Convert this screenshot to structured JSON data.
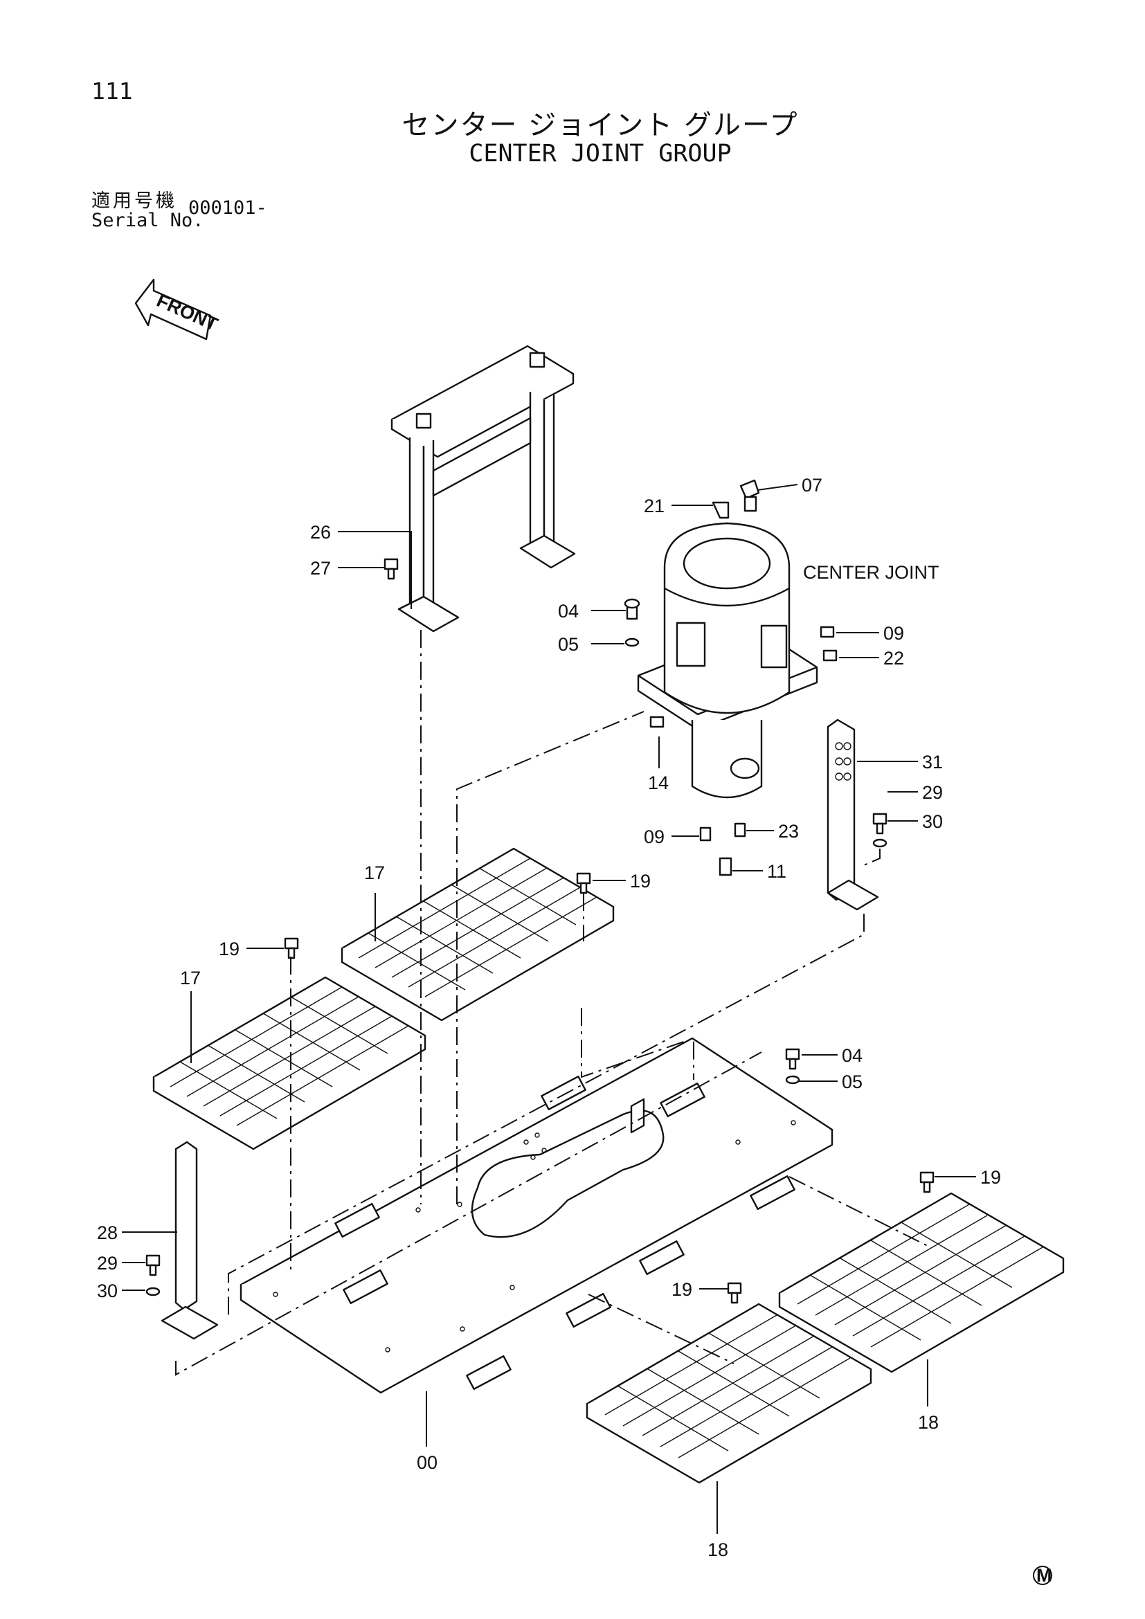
{
  "header": {
    "page_number": "111",
    "title_jp": "センター ジョイント グループ",
    "title_en": "CENTER JOINT GROUP",
    "serial_label_jp": "適用号機",
    "serial_label_en": "Serial No.",
    "serial_value": "000101-"
  },
  "diagram": {
    "front_arrow_text": "FRONT",
    "assembly_label": "CENTER JOINT",
    "footer_mark": "M",
    "callouts": [
      {
        "id": "c07",
        "text": "07"
      },
      {
        "id": "c21",
        "text": "21"
      },
      {
        "id": "c26",
        "text": "26"
      },
      {
        "id": "c27",
        "text": "27"
      },
      {
        "id": "c04a",
        "text": "04"
      },
      {
        "id": "c05a",
        "text": "05"
      },
      {
        "id": "c09a",
        "text": "09"
      },
      {
        "id": "c22",
        "text": "22"
      },
      {
        "id": "c14",
        "text": "14"
      },
      {
        "id": "c31",
        "text": "31"
      },
      {
        "id": "c29a",
        "text": "29"
      },
      {
        "id": "c30a",
        "text": "30"
      },
      {
        "id": "c09b",
        "text": "09"
      },
      {
        "id": "c23",
        "text": "23"
      },
      {
        "id": "c11",
        "text": "11"
      },
      {
        "id": "c17a",
        "text": "17"
      },
      {
        "id": "c19a",
        "text": "19"
      },
      {
        "id": "c19b",
        "text": "19"
      },
      {
        "id": "c17b",
        "text": "17"
      },
      {
        "id": "c04b",
        "text": "04"
      },
      {
        "id": "c05b",
        "text": "05"
      },
      {
        "id": "c19c",
        "text": "19"
      },
      {
        "id": "c28",
        "text": "28"
      },
      {
        "id": "c29b",
        "text": "29"
      },
      {
        "id": "c30b",
        "text": "30"
      },
      {
        "id": "c19d",
        "text": "19"
      },
      {
        "id": "c18a",
        "text": "18"
      },
      {
        "id": "c00",
        "text": "00"
      },
      {
        "id": "c18b",
        "text": "18"
      }
    ]
  }
}
